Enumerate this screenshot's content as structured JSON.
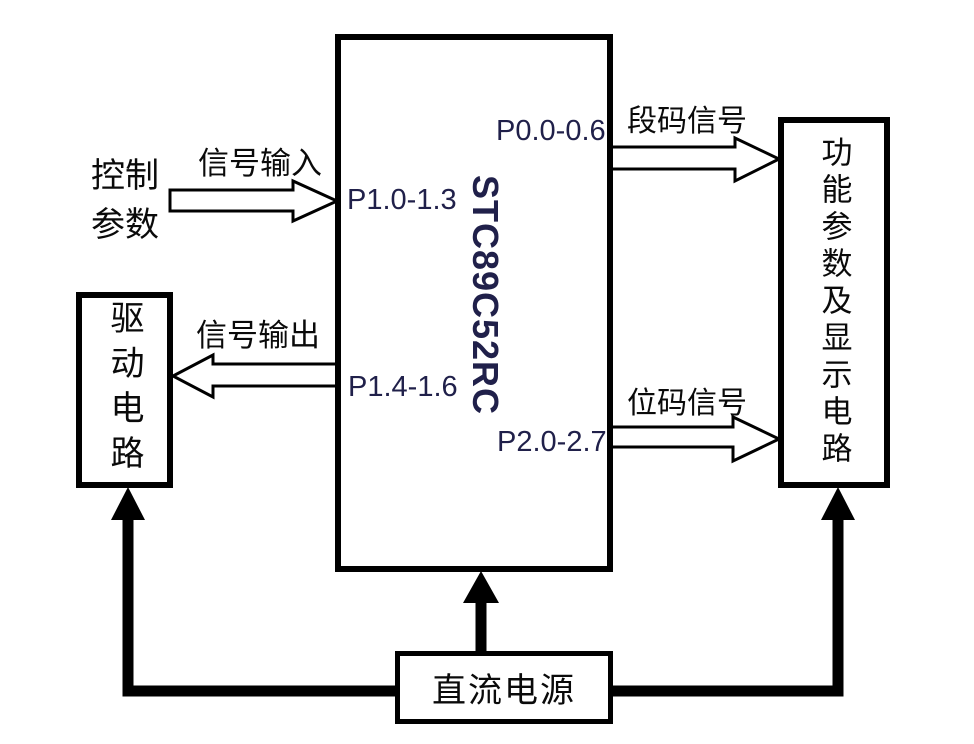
{
  "mcu": {
    "chip_label": "STC89C52RC",
    "pins": {
      "p1_input": "P1.0-1.3",
      "p0_output": "P0.0-0.6",
      "p1_output": "P1.4-1.6",
      "p2_output": "P2.0-2.7"
    }
  },
  "input_source": {
    "lines": [
      "控制",
      "参数"
    ]
  },
  "boxes": {
    "driver": "驱动电路",
    "display": "功能参数及显示电路",
    "power": "直流电源"
  },
  "arrow_labels": {
    "signal_input": "信号输入",
    "signal_output": "信号输出",
    "segment_code": "段码信号",
    "bit_code": "位码信号"
  },
  "colors": {
    "line": "#000000",
    "latin_text": "#20204a",
    "cjk_text": "#0a0a0a",
    "background": "#ffffff"
  }
}
